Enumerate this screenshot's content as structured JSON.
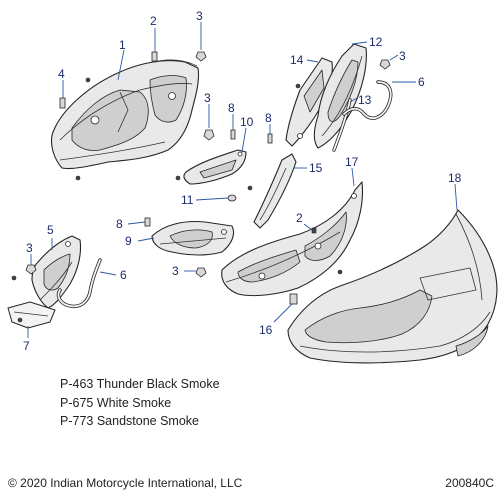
{
  "callouts": [
    {
      "id": "c1",
      "text": "1"
    },
    {
      "id": "c2a",
      "text": "2"
    },
    {
      "id": "c2b",
      "text": "2"
    },
    {
      "id": "c3a",
      "text": "3"
    },
    {
      "id": "c3b",
      "text": "3"
    },
    {
      "id": "c3c",
      "text": "3"
    },
    {
      "id": "c3d",
      "text": "3"
    },
    {
      "id": "c3e",
      "text": "3"
    },
    {
      "id": "c4",
      "text": "4"
    },
    {
      "id": "c5",
      "text": "5"
    },
    {
      "id": "c6a",
      "text": "6"
    },
    {
      "id": "c6b",
      "text": "6"
    },
    {
      "id": "c7",
      "text": "7"
    },
    {
      "id": "c8a",
      "text": "8"
    },
    {
      "id": "c8b",
      "text": "8"
    },
    {
      "id": "c8c",
      "text": "8"
    },
    {
      "id": "c9",
      "text": "9"
    },
    {
      "id": "c10",
      "text": "10"
    },
    {
      "id": "c11",
      "text": "11"
    },
    {
      "id": "c12",
      "text": "12"
    },
    {
      "id": "c13",
      "text": "13"
    },
    {
      "id": "c14",
      "text": "14"
    },
    {
      "id": "c15",
      "text": "15"
    },
    {
      "id": "c16",
      "text": "16"
    },
    {
      "id": "c17",
      "text": "17"
    },
    {
      "id": "c18",
      "text": "18"
    }
  ],
  "legend": [
    "P-463 Thunder Black Smoke",
    "P-675 White Smoke",
    "P-773 Sandstone Smoke"
  ],
  "footer": {
    "copyright": "© 2020 Indian Motorcycle International, LLC",
    "drawing_number": "200840C"
  },
  "colors": {
    "line": "#262626",
    "callout": "#1d2b6b",
    "leader": "#2b58a6"
  }
}
